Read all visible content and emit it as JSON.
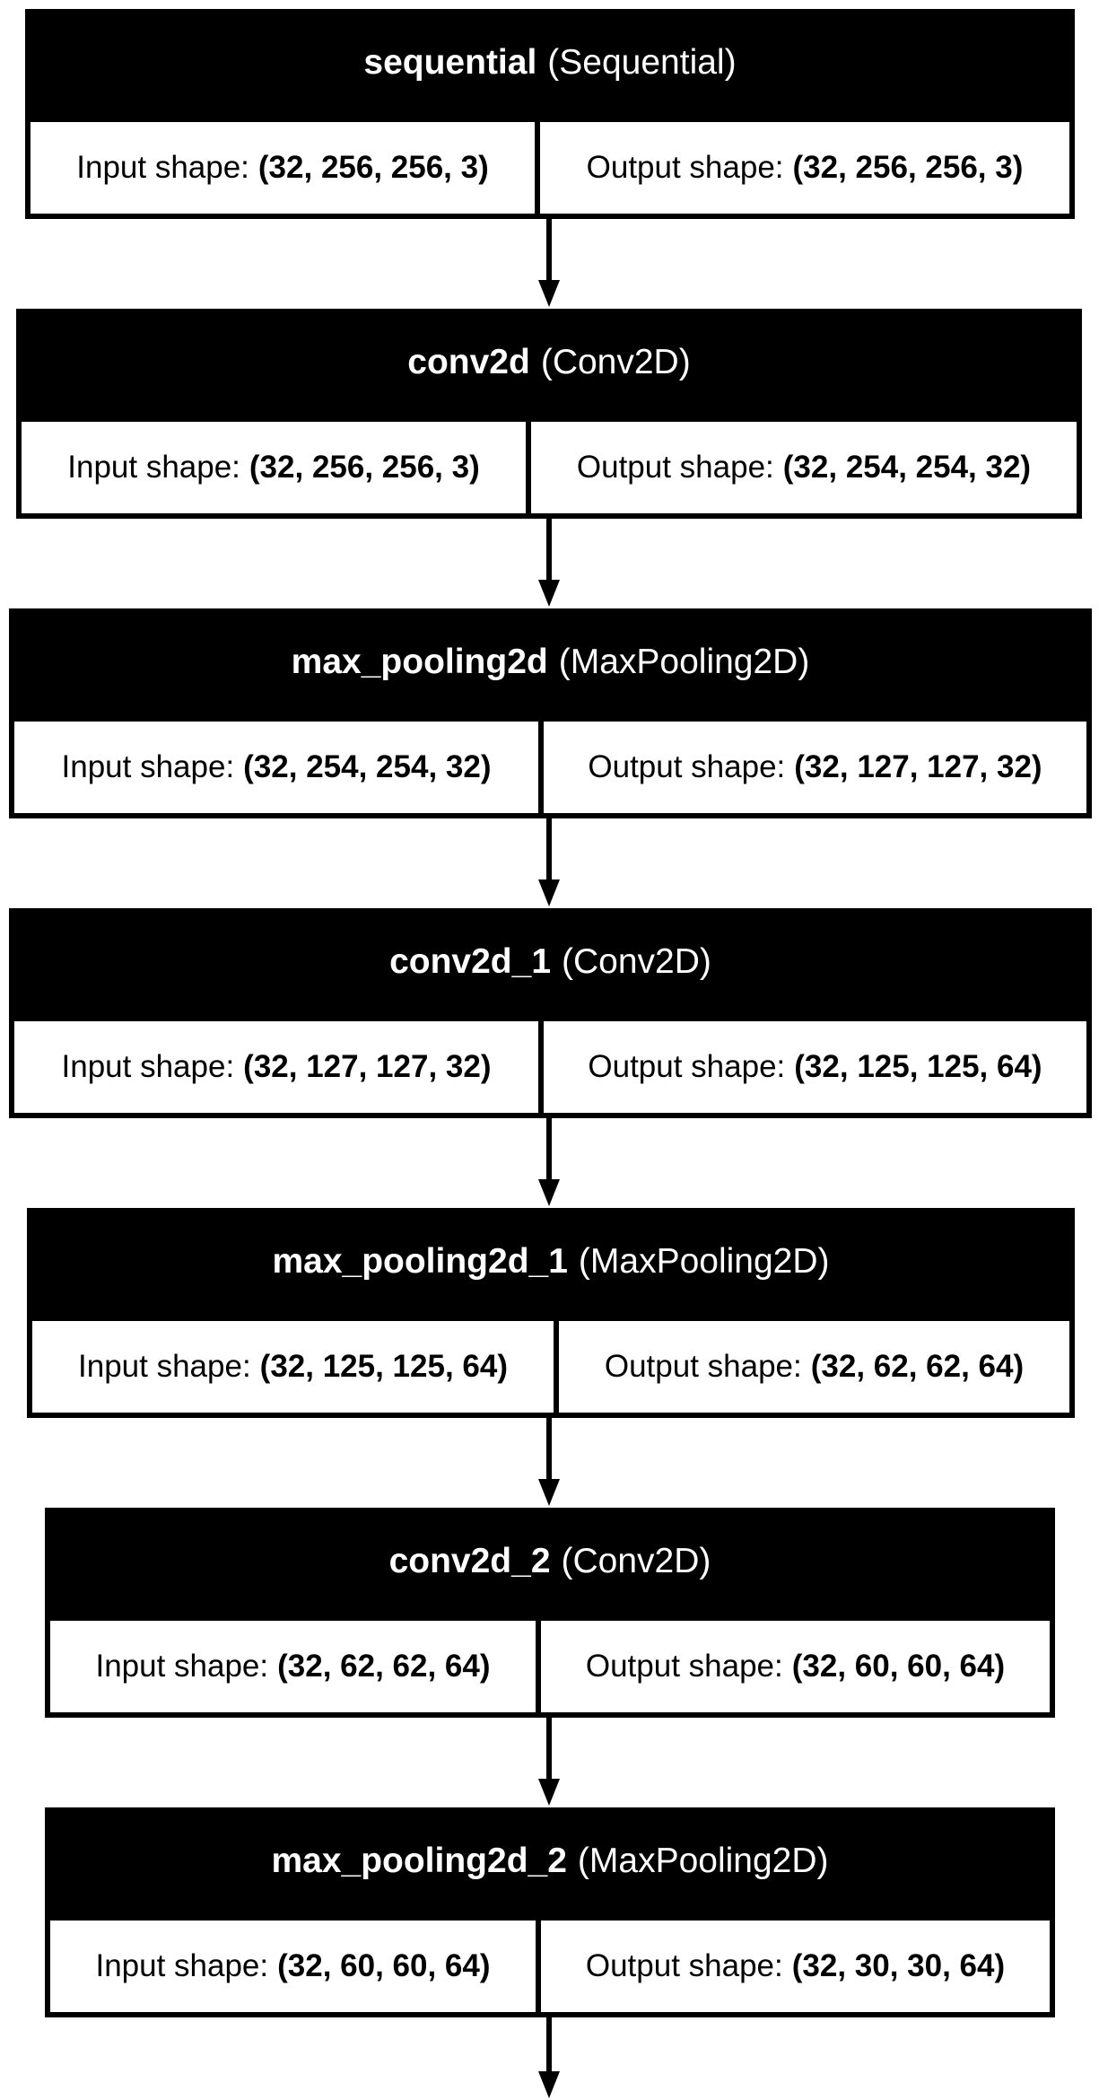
{
  "diagram": {
    "labels": {
      "input": "Input shape:",
      "output": "Output shape:"
    },
    "nodes": [
      {
        "name": "sequential",
        "type": "(Sequential)",
        "input": "(32, 256, 256, 3)",
        "output": "(32, 256, 256, 3)"
      },
      {
        "name": "conv2d",
        "type": "(Conv2D)",
        "input": "(32, 256, 256, 3)",
        "output": "(32, 254, 254, 32)"
      },
      {
        "name": "max_pooling2d",
        "type": "(MaxPooling2D)",
        "input": "(32, 254, 254, 32)",
        "output": "(32, 127, 127, 32)"
      },
      {
        "name": "conv2d_1",
        "type": "(Conv2D)",
        "input": "(32, 127, 127, 32)",
        "output": "(32, 125, 125, 64)"
      },
      {
        "name": "max_pooling2d_1",
        "type": "(MaxPooling2D)",
        "input": "(32, 125, 125, 64)",
        "output": "(32, 62, 62, 64)"
      },
      {
        "name": "conv2d_2",
        "type": "(Conv2D)",
        "input": "(32, 62, 62, 64)",
        "output": "(32, 60, 60, 64)"
      },
      {
        "name": "max_pooling2d_2",
        "type": "(MaxPooling2D)",
        "input": "(32, 60, 60, 64)",
        "output": "(32, 30, 30, 64)"
      }
    ]
  }
}
